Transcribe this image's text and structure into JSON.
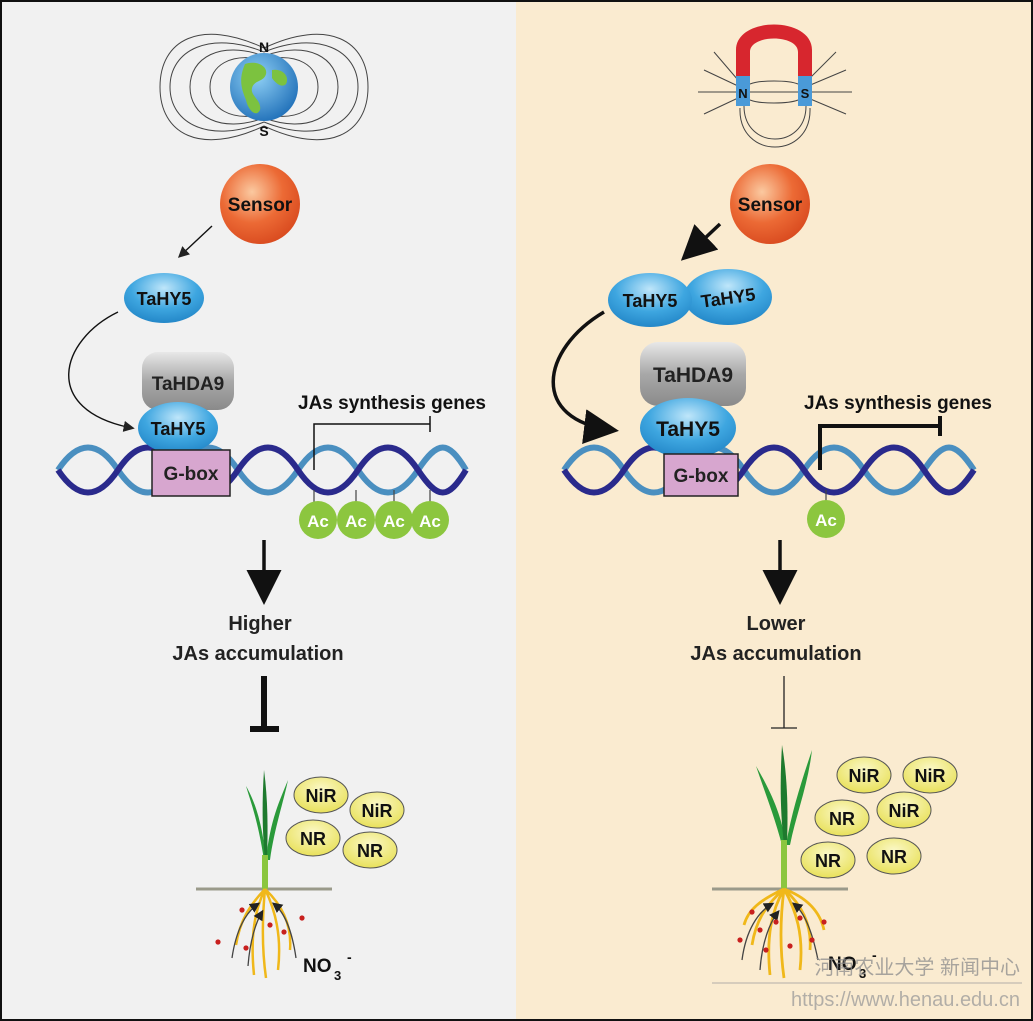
{
  "colors": {
    "left_bg": "#f1f1f1",
    "right_bg": "#faebd0",
    "sensor": "#e8622c",
    "tahy5": "#2a8fd0",
    "tahda9": "#9a9a9a",
    "gbox": "#d7a6cf",
    "acetyl": "#8cc63f",
    "enzyme": "#f2ee8a",
    "dna_dark": "#2a2a8c",
    "dna_light": "#4a8fc0",
    "magnet_red": "#d7262e",
    "magnet_blue": "#4a9ad8",
    "leaf_green": "#2a9a3a",
    "root": "#f0b81a",
    "nitrate_dot": "#c8201e"
  },
  "icons": {
    "left_field": "earth-geomagnetic-field-icon",
    "right_field": "horseshoe-magnet-icon",
    "plant": "wheat-seedling-icon"
  },
  "left_panel": {
    "pole_north": "N",
    "pole_south": "S",
    "sensor": "Sensor",
    "tahy5_free": "TaHY5",
    "tahda9": "TaHDA9",
    "tahy5_bound": "TaHY5",
    "gbox": "G-box",
    "genes": "JAs synthesis genes",
    "acetyl_marks": [
      "Ac",
      "Ac",
      "Ac",
      "Ac"
    ],
    "outcome_line1": "Higher",
    "outcome_line2": "JAs accumulation",
    "enzymes": [
      "NiR",
      "NiR",
      "NR",
      "NR"
    ],
    "nitrate": "NO",
    "nitrate_sub": "3",
    "nitrate_sup": "-"
  },
  "right_panel": {
    "pole_north": "N",
    "pole_south": "S",
    "sensor": "Sensor",
    "tahy5_free_a": "TaHY5",
    "tahy5_free_b": "TaHY5",
    "tahda9": "TaHDA9",
    "tahy5_bound": "TaHY5",
    "gbox": "G-box",
    "genes": "JAs synthesis genes",
    "acetyl_marks": [
      "Ac"
    ],
    "outcome_line1": "Lower",
    "outcome_line2": "JAs accumulation",
    "enzymes": [
      "NiR",
      "NiR",
      "NR",
      "NiR",
      "NR",
      "NR"
    ],
    "nitrate": "NO",
    "nitrate_sub": "3",
    "nitrate_sup": "-"
  },
  "watermark": {
    "name": "河南农业大学 新闻中心",
    "url": "https://www.henau.edu.cn"
  }
}
